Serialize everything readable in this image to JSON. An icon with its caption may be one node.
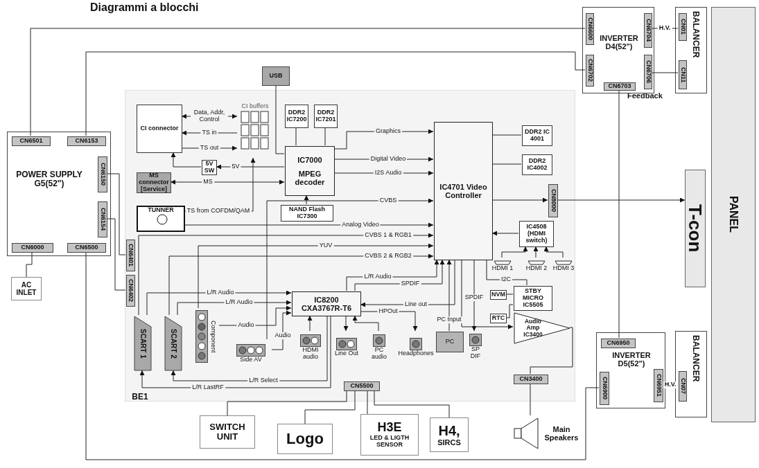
{
  "diagram": {
    "title": "Diagrammi a blocchi",
    "nodes": [
      {
        "text": [
          "POWER SUPPLY G5(52\")"
        ]
      },
      {
        "text": [
          "CN6501"
        ],
        "in": 0
      },
      {
        "text": [
          "CN6153"
        ],
        "in": 0
      },
      {
        "text": [
          "CN6150"
        ],
        "in": 0
      },
      {
        "text": [
          "CN6154"
        ],
        "in": 0
      },
      {
        "text": [
          "CN6000"
        ],
        "in": 0
      },
      {
        "text": [
          "CN6500"
        ],
        "in": 0
      },
      {
        "text": [
          "AC INLET"
        ]
      },
      {
        "text": [
          "INVERTER D4(52\")"
        ]
      },
      {
        "text": [
          "CN6600"
        ],
        "in": 8
      },
      {
        "text": [
          "CN6702"
        ],
        "in": 8
      },
      {
        "text": [
          "CN6704"
        ],
        "in": 8
      },
      {
        "text": [
          "CN6706"
        ],
        "in": 8
      },
      {
        "text": [
          "CN6703"
        ],
        "in": 8
      },
      {
        "text": [
          "BALANCER"
        ]
      },
      {
        "text": [
          "CN01"
        ],
        "in": 14
      },
      {
        "text": [
          "CN11"
        ],
        "in": 14
      },
      {
        "text": [
          "PANEL"
        ]
      },
      {
        "text": [
          "T-con"
        ]
      },
      {
        "text": [
          "INVERTER D5(52\")"
        ]
      },
      {
        "text": [
          "CN6950"
        ],
        "in": 19
      },
      {
        "text": [
          "CN6900"
        ],
        "in": 19
      },
      {
        "text": [
          "CN6951"
        ],
        "in": 19
      },
      {
        "text": [
          "BALANCER"
        ]
      },
      {
        "text": [
          "CN07"
        ],
        "in": 23
      },
      {
        "text": [
          "BE1"
        ]
      },
      {
        "text": [
          "CN6401"
        ],
        "in": 25
      },
      {
        "text": [
          "CN6402"
        ],
        "in": 25
      },
      {
        "text": [
          "USB"
        ]
      },
      {
        "text": [
          "CI connector"
        ],
        "in": 25
      },
      {
        "text": [
          "CI buffers"
        ],
        "in": 25
      },
      {
        "text": [
          "5V SW"
        ],
        "in": 25
      },
      {
        "text": [
          "MS connector [Service]"
        ],
        "in": 25
      },
      {
        "text": [
          "TUNNER"
        ],
        "in": 25
      },
      {
        "text": [
          "DDR2 IC7200"
        ],
        "in": 25
      },
      {
        "text": [
          "DDR2 IC7201"
        ],
        "in": 25
      },
      {
        "text": [
          "IC7000",
          "MPEG decoder"
        ],
        "in": 25
      },
      {
        "text": [
          "NAND Flash IC7300"
        ],
        "in": 25
      },
      {
        "text": [
          "IC4701 Video Controller"
        ],
        "in": 25
      },
      {
        "text": [
          "DDR2 IC 4001"
        ],
        "in": 25
      },
      {
        "text": [
          "DDR2 IC4002"
        ],
        "in": 25
      },
      {
        "text": [
          "CN8000"
        ],
        "in": 25
      },
      {
        "text": [
          "IC4508 (HDMI switch)"
        ],
        "in": 25
      },
      {
        "text": [
          "HDMI 1"
        ],
        "in": 25
      },
      {
        "text": [
          "HDMI 2"
        ],
        "in": 25
      },
      {
        "text": [
          "HDMI 3"
        ],
        "in": 25
      },
      {
        "text": [
          "STBY MICRO IC5505"
        ],
        "in": 25
      },
      {
        "text": [
          "NVM"
        ],
        "in": 25
      },
      {
        "text": [
          "RTC"
        ],
        "in": 25
      },
      {
        "text": [
          "IC8200 CXA3767R-T6"
        ],
        "in": 25
      },
      {
        "text": [
          "SCART 1"
        ],
        "in": 25
      },
      {
        "text": [
          "SCART 2"
        ],
        "in": 25
      },
      {
        "text": [
          "Component"
        ],
        "in": 25
      },
      {
        "text": [
          "Side AV"
        ],
        "in": 25
      },
      {
        "text": [
          "HDMI audio"
        ],
        "in": 25
      },
      {
        "text": [
          "Line Out"
        ],
        "in": 25
      },
      {
        "text": [
          "PC audio"
        ],
        "in": 25
      },
      {
        "text": [
          "Headphones"
        ],
        "in": 25
      },
      {
        "text": [
          "PC"
        ],
        "in": 25
      },
      {
        "text": [
          "SP DIF"
        ],
        "in": 25
      },
      {
        "text": [
          "Audio Amp IC3400"
        ],
        "in": 25
      },
      {
        "text": [
          "CN5500"
        ],
        "in": 25
      },
      {
        "text": [
          "CN3400"
        ],
        "in": 25
      },
      {
        "text": [
          "SWITCH UNIT"
        ]
      },
      {
        "text": [
          "Logo"
        ]
      },
      {
        "text": [
          "H3E",
          "LED & LIGTH SENSOR"
        ]
      },
      {
        "text": [
          "H4,",
          "SIRCS"
        ]
      },
      {
        "text": [
          "Main Speakers"
        ]
      }
    ],
    "edges": [
      {
        "from": 1,
        "to": 9,
        "arrow": "none"
      },
      {
        "from": 2,
        "to": 10,
        "arrow": "none"
      },
      {
        "from": 3,
        "to": 26,
        "arrow": "none"
      },
      {
        "from": 4,
        "to": 27,
        "arrow": "none"
      },
      {
        "from": 5,
        "to": 7,
        "arrow": "none"
      },
      {
        "from": 6,
        "to": 21,
        "arrow": "none"
      },
      {
        "from": 11,
        "to": 15,
        "label": "H.V.",
        "arrow": "none"
      },
      {
        "from": 12,
        "to": 16,
        "arrow": "none"
      },
      {
        "from": 13,
        "to": 20,
        "arrow": "none"
      },
      {
        "from": 22,
        "to": 24,
        "label": "H.V.",
        "arrow": "none"
      },
      {
        "from": 41,
        "to": 18,
        "arrow": "to"
      },
      {
        "from": 28,
        "to": 36,
        "arrow": "none"
      },
      {
        "from": 34,
        "to": 36,
        "arrow": "none"
      },
      {
        "from": 35,
        "to": 36,
        "arrow": "none"
      },
      {
        "from": 37,
        "to": 36,
        "arrow": "to"
      },
      {
        "from": 29,
        "to": 30,
        "label": "Data, Addr, Control",
        "arrow": "both"
      },
      {
        "from": 30,
        "to": 29,
        "label": "TS in",
        "arrow": "to"
      },
      {
        "from": 29,
        "to": 30,
        "label": "TS out",
        "arrow": "to"
      },
      {
        "from": 36,
        "to": 31,
        "label": "5V",
        "arrow": "to"
      },
      {
        "from": 31,
        "to": 29,
        "arrow": "to"
      },
      {
        "from": 32,
        "to": 36,
        "label": "MS",
        "arrow": "both"
      },
      {
        "from": 33,
        "to": 30,
        "label": "TS from COFDM/QAM",
        "arrow": "to"
      },
      {
        "from": 36,
        "to": 38,
        "label": "Graphics",
        "arrow": "to"
      },
      {
        "from": 36,
        "to": 38,
        "label": "Digital Video",
        "arrow": "to"
      },
      {
        "from": 36,
        "to": 38,
        "label": "I2S Audio",
        "arrow": "to"
      },
      {
        "from": 53,
        "to": 38,
        "label": "CVBS",
        "arrow": "to"
      },
      {
        "from": 33,
        "to": 38,
        "label": "Analog Video",
        "arrow": "to"
      },
      {
        "from": 50,
        "to": 38,
        "label": "CVBS 1 & RGB1",
        "arrow": "to"
      },
      {
        "from": 52,
        "to": 38,
        "label": "YUV",
        "arrow": "to"
      },
      {
        "from": 51,
        "to": 38,
        "label": "CVBS 2 & RGB2",
        "arrow": "to"
      },
      {
        "from": 49,
        "to": 38,
        "label": "L/R Audio",
        "arrow": "to"
      },
      {
        "from": 50,
        "to": 49,
        "label": "L/R Audio",
        "arrow": "to"
      },
      {
        "from": 51,
        "to": 49,
        "label": "L/R Audio",
        "arrow": "to"
      },
      {
        "from": 52,
        "to": 49,
        "label": "Audio",
        "arrow": "to"
      },
      {
        "from": 53,
        "to": 49,
        "label": "Audio",
        "arrow": "to"
      },
      {
        "from": 54,
        "to": 49,
        "arrow": "to"
      },
      {
        "from": 49,
        "to": 55,
        "arrow": "to"
      },
      {
        "from": 49,
        "to": 51,
        "label": "L/R Select",
        "arrow": "to"
      },
      {
        "from": 49,
        "to": 50,
        "label": "L/R LastRF",
        "arrow": "to"
      },
      {
        "from": 56,
        "to": 49,
        "arrow": "to"
      },
      {
        "from": 38,
        "to": 49,
        "label": "Line out",
        "arrow": "to"
      },
      {
        "from": 58,
        "to": 38,
        "label": "PC Input",
        "arrow": "to"
      },
      {
        "from": 49,
        "to": 38,
        "label": "SPDIF",
        "arrow": "to"
      },
      {
        "from": 49,
        "to": 57,
        "label": "HPOut",
        "arrow": "to"
      },
      {
        "from": 38,
        "to": 59,
        "label": "SPDIF",
        "arrow": "to"
      },
      {
        "from": 38,
        "to": 60,
        "arrow": "to"
      },
      {
        "from": 60,
        "to": 62,
        "arrow": "none"
      },
      {
        "from": 62,
        "to": 67,
        "arrow": "none"
      },
      {
        "from": 42,
        "to": 38,
        "arrow": "to"
      },
      {
        "from": 43,
        "to": 42,
        "arrow": "to"
      },
      {
        "from": 44,
        "to": 42,
        "arrow": "to"
      },
      {
        "from": 45,
        "to": 42,
        "arrow": "to"
      },
      {
        "from": 38,
        "to": 39,
        "arrow": "none"
      },
      {
        "from": 38,
        "to": 40,
        "arrow": "none"
      },
      {
        "from": 38,
        "to": 41,
        "arrow": "to"
      },
      {
        "from": 38,
        "to": 46,
        "label": "I2C",
        "arrow": "none"
      },
      {
        "from": 47,
        "to": 46,
        "arrow": "none"
      },
      {
        "from": 48,
        "to": 46,
        "arrow": "none"
      },
      {
        "from": 61,
        "to": 63,
        "arrow": "none"
      },
      {
        "from": 61,
        "to": 64,
        "arrow": "none"
      },
      {
        "from": 61,
        "to": 65,
        "arrow": "none"
      },
      {
        "from": 61,
        "to": 66,
        "arrow": "none"
      }
    ],
    "labels": [
      "Feedback"
    ]
  }
}
